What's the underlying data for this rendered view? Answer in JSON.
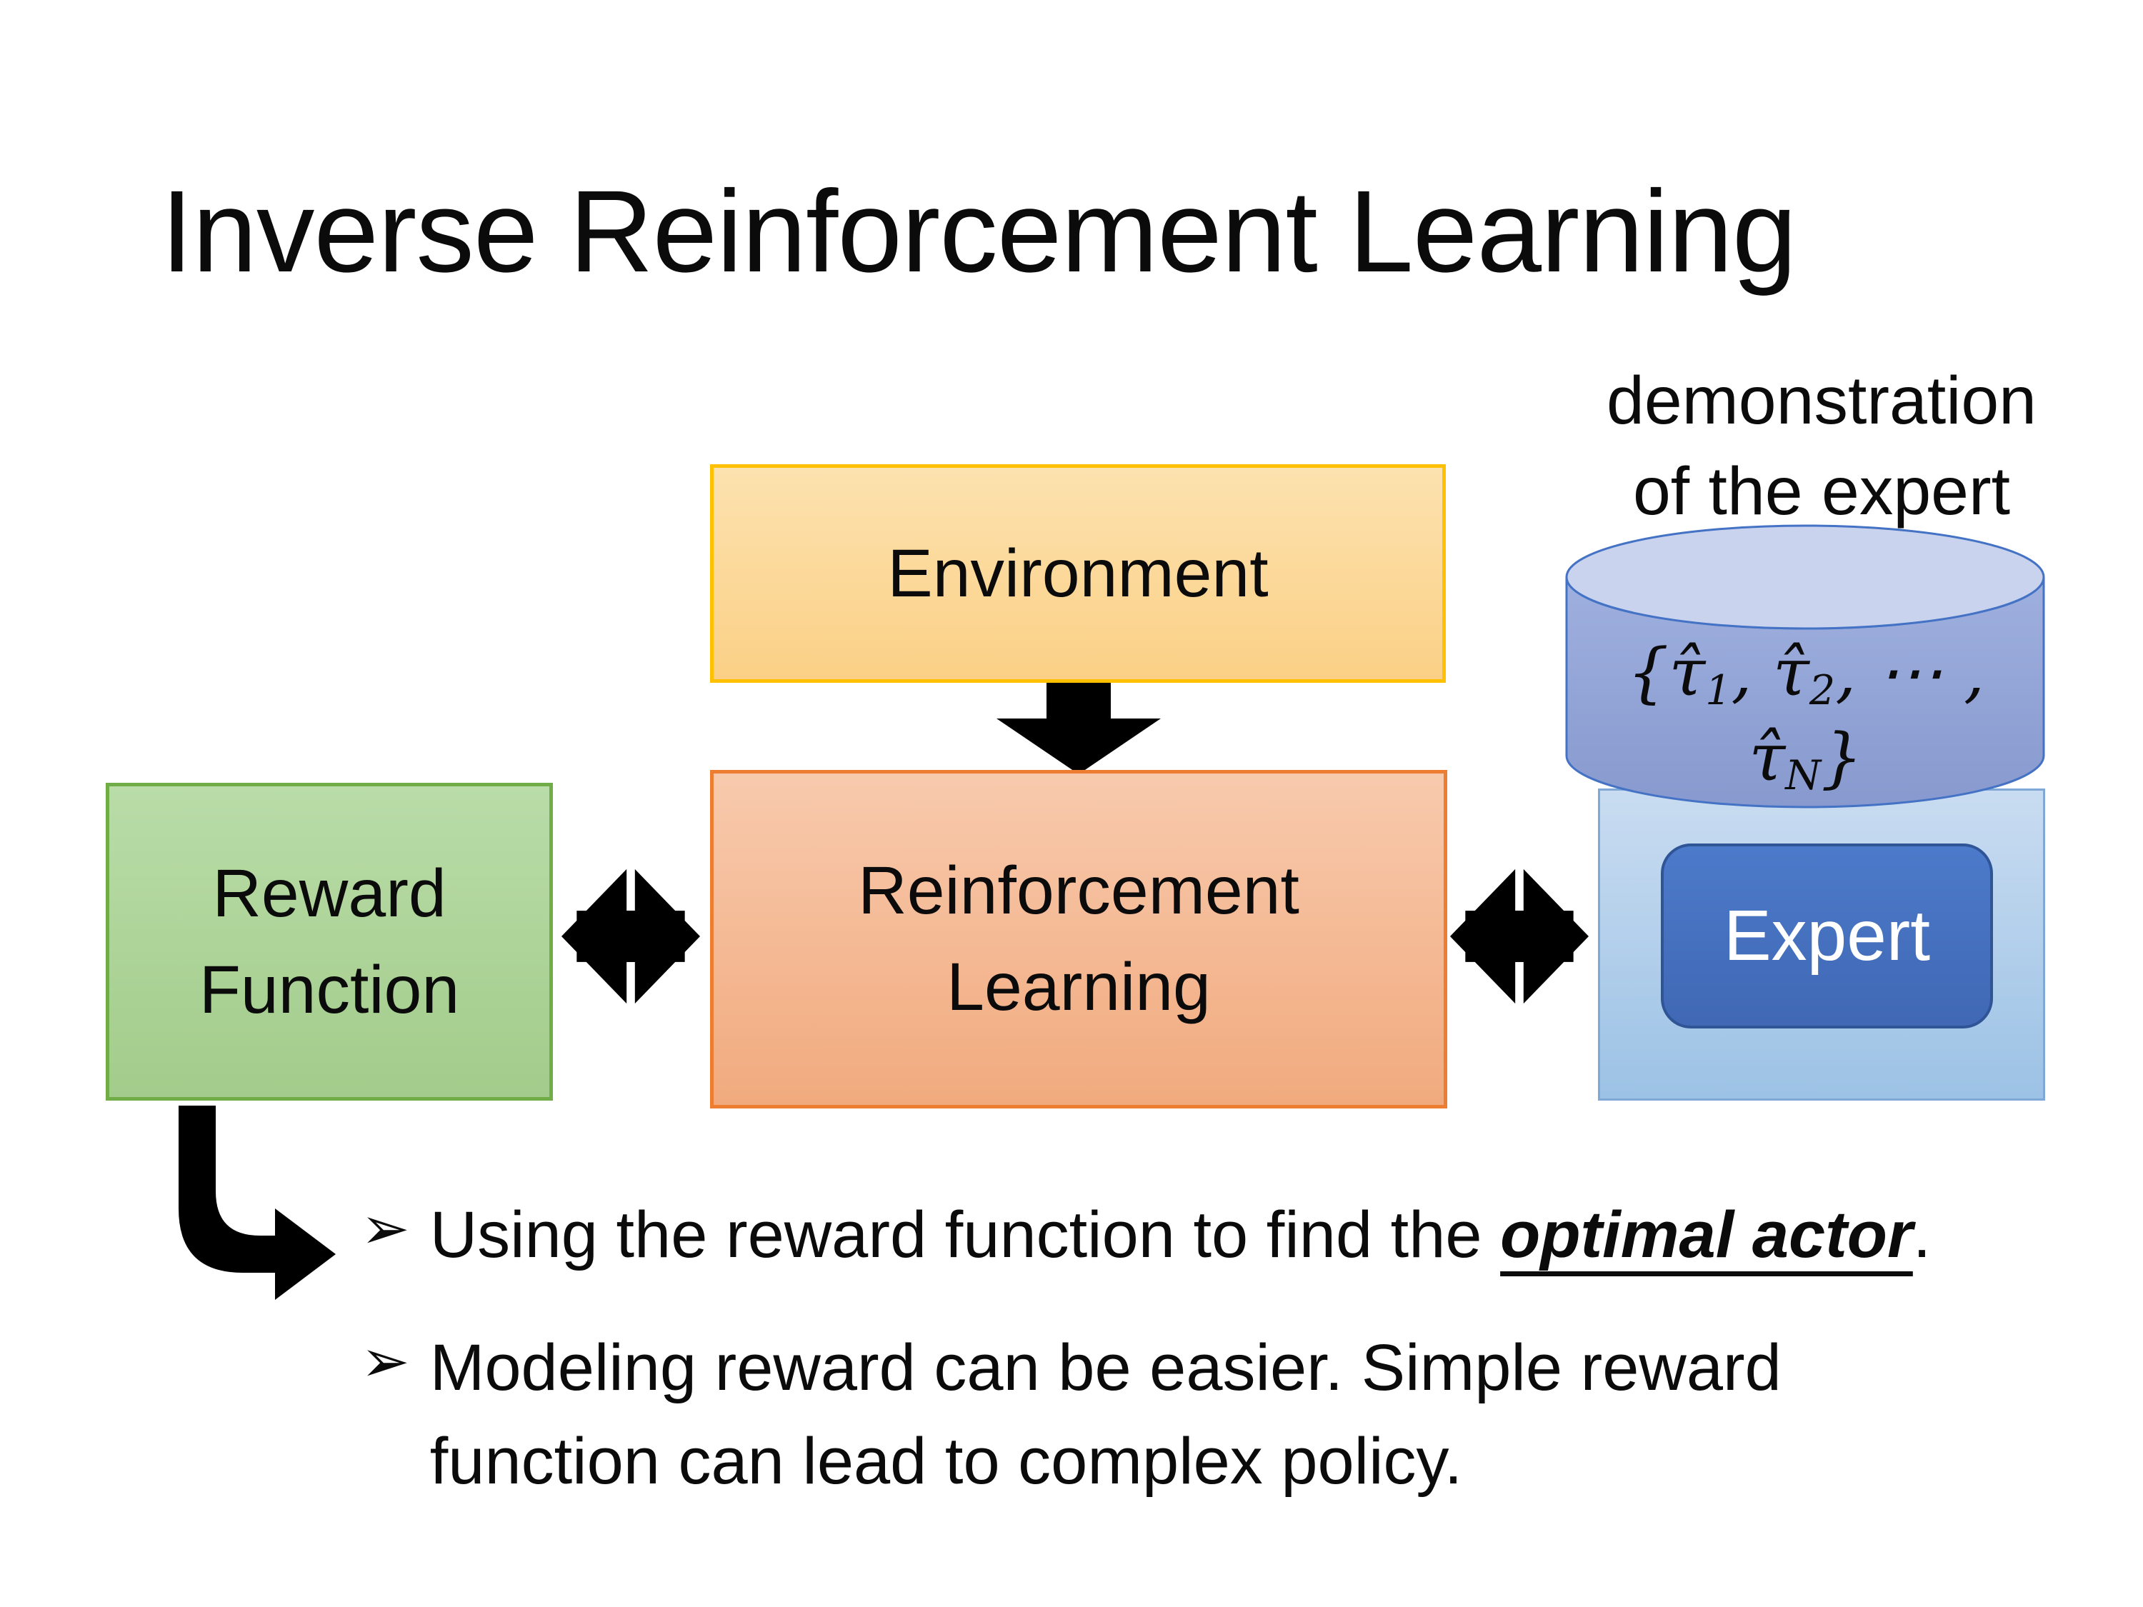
{
  "title": {
    "text": "Inverse Reinforcement Learning"
  },
  "annotation": {
    "line1": "demonstration",
    "line2": "of the expert"
  },
  "boxes": {
    "environment": {
      "label": "Environment",
      "fill_top": "#FCE2AF",
      "fill_bottom": "#FBD086",
      "border": "#FFC000"
    },
    "reinforcement_learning": {
      "line1": "Reinforcement",
      "line2": "Learning",
      "fill_top": "#F8CAAD",
      "fill_bottom": "#F1AA7E",
      "border": "#ED7D31"
    },
    "reward_function": {
      "line1": "Reward",
      "line2": "Function",
      "fill_top": "#B9DCA8",
      "fill_bottom": "#A3CC8B",
      "border": "#70AD47"
    },
    "expert_container": {
      "fill_top": "#C9DCF1",
      "fill_bottom": "#9CC2E5",
      "border": "#7FA8D6"
    },
    "expert": {
      "label": "Expert",
      "fill": "#4472C4",
      "border": "#2F5597",
      "text_color": "#FFFFFF"
    }
  },
  "cylinder": {
    "formula_html": "{τ̂<sub>1</sub>, τ̂<sub>2</sub>, ⋯ , τ̂<sub>N</sub>}",
    "body_fill": "#93A5D8",
    "top_fill": "#C9D3EE",
    "stroke": "#4472C4"
  },
  "bullets": [
    {
      "marker": "➢",
      "text_html": "Using the reward function to find the <b><i><u>optimal actor</u></i></b>."
    },
    {
      "marker": "➢",
      "text_html": "Modeling reward can be easier. Simple reward<br>function can lead to complex policy."
    }
  ],
  "arrows": {
    "color": "#000000"
  }
}
